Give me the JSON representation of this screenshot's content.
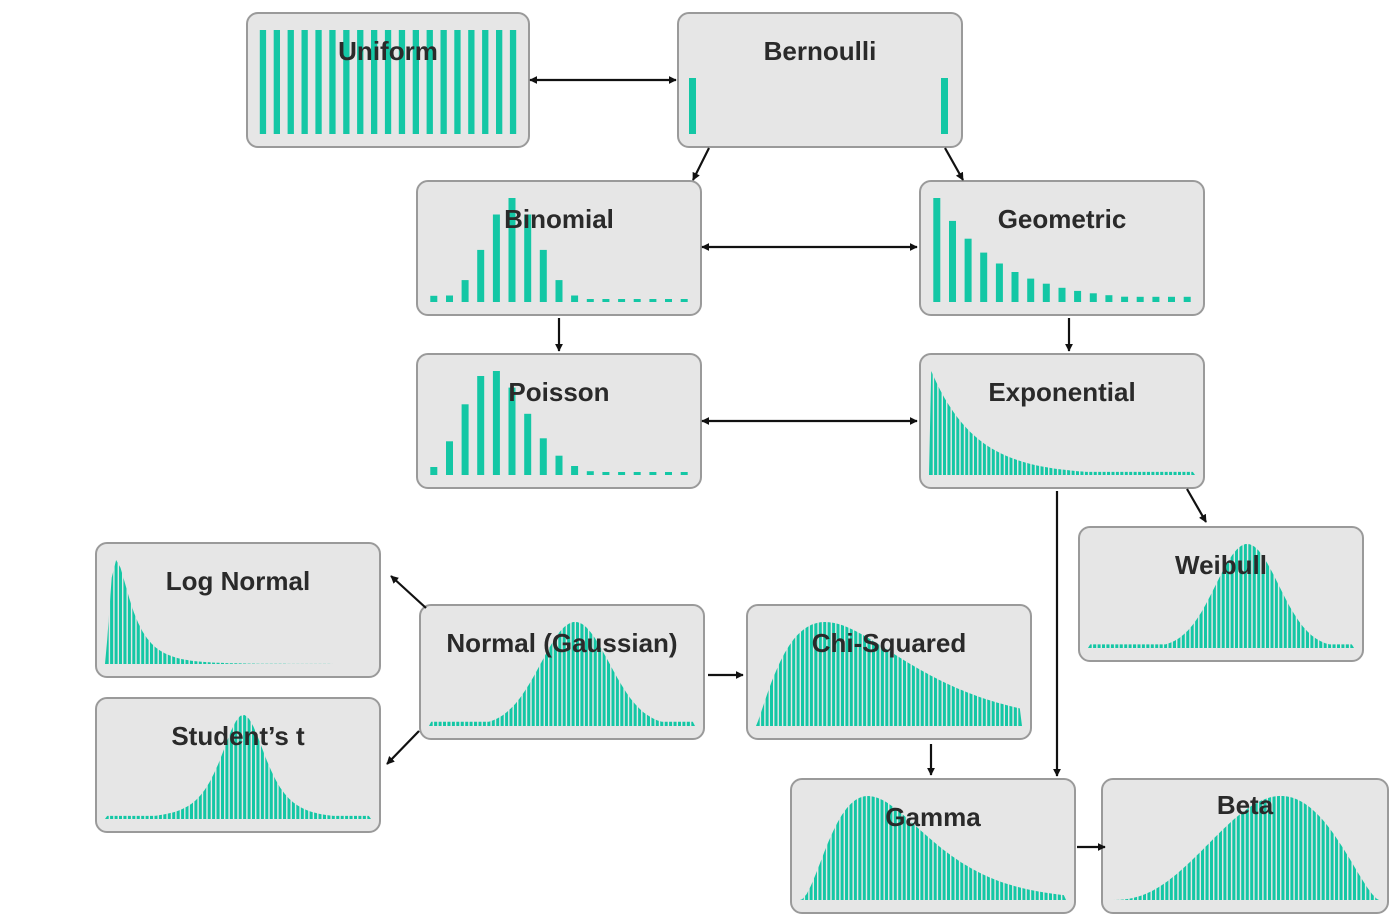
{
  "diagram": {
    "accent_color": "#14c7a5",
    "box_fill": "#e6e6e6",
    "box_border": "#9a9a9a",
    "arrow_color": "#111111",
    "nodes": [
      {
        "id": "uniform",
        "label": "Uniform",
        "kind": "uniform"
      },
      {
        "id": "bernoulli",
        "label": "Bernoulli",
        "kind": "bernoulli"
      },
      {
        "id": "binomial",
        "label": "Binomial",
        "kind": "binomial"
      },
      {
        "id": "geometric",
        "label": "Geometric",
        "kind": "geometric"
      },
      {
        "id": "poisson",
        "label": "Poisson",
        "kind": "poisson"
      },
      {
        "id": "exponential",
        "label": "Exponential",
        "kind": "exponential"
      },
      {
        "id": "weibull",
        "label": "Weibull",
        "kind": "weibull"
      },
      {
        "id": "lognormal",
        "label": "Log Normal",
        "kind": "lognormal"
      },
      {
        "id": "normal",
        "label": "Normal (Gaussian)",
        "kind": "normal"
      },
      {
        "id": "chisquared",
        "label": "Chi-Squared",
        "kind": "chisquared"
      },
      {
        "id": "studentt",
        "label": "Student’s t",
        "kind": "studentt"
      },
      {
        "id": "gamma",
        "label": "Gamma",
        "kind": "gamma"
      },
      {
        "id": "beta",
        "label": "Beta",
        "kind": "beta"
      }
    ],
    "edges": [
      {
        "from": "uniform",
        "to": "bernoulli",
        "bidirectional": true
      },
      {
        "from": "bernoulli",
        "to": "binomial",
        "bidirectional": false
      },
      {
        "from": "bernoulli",
        "to": "geometric",
        "bidirectional": false
      },
      {
        "from": "binomial",
        "to": "geometric",
        "bidirectional": true
      },
      {
        "from": "binomial",
        "to": "poisson",
        "bidirectional": false
      },
      {
        "from": "geometric",
        "to": "exponential",
        "bidirectional": false
      },
      {
        "from": "poisson",
        "to": "exponential",
        "bidirectional": true
      },
      {
        "from": "exponential",
        "to": "weibull",
        "bidirectional": false
      },
      {
        "from": "exponential",
        "to": "gamma",
        "bidirectional": false
      },
      {
        "from": "normal",
        "to": "lognormal",
        "bidirectional": false
      },
      {
        "from": "normal",
        "to": "studentt",
        "bidirectional": false
      },
      {
        "from": "normal",
        "to": "chisquared",
        "bidirectional": false
      },
      {
        "from": "chisquared",
        "to": "gamma",
        "bidirectional": false
      },
      {
        "from": "gamma",
        "to": "beta",
        "bidirectional": false
      }
    ]
  }
}
